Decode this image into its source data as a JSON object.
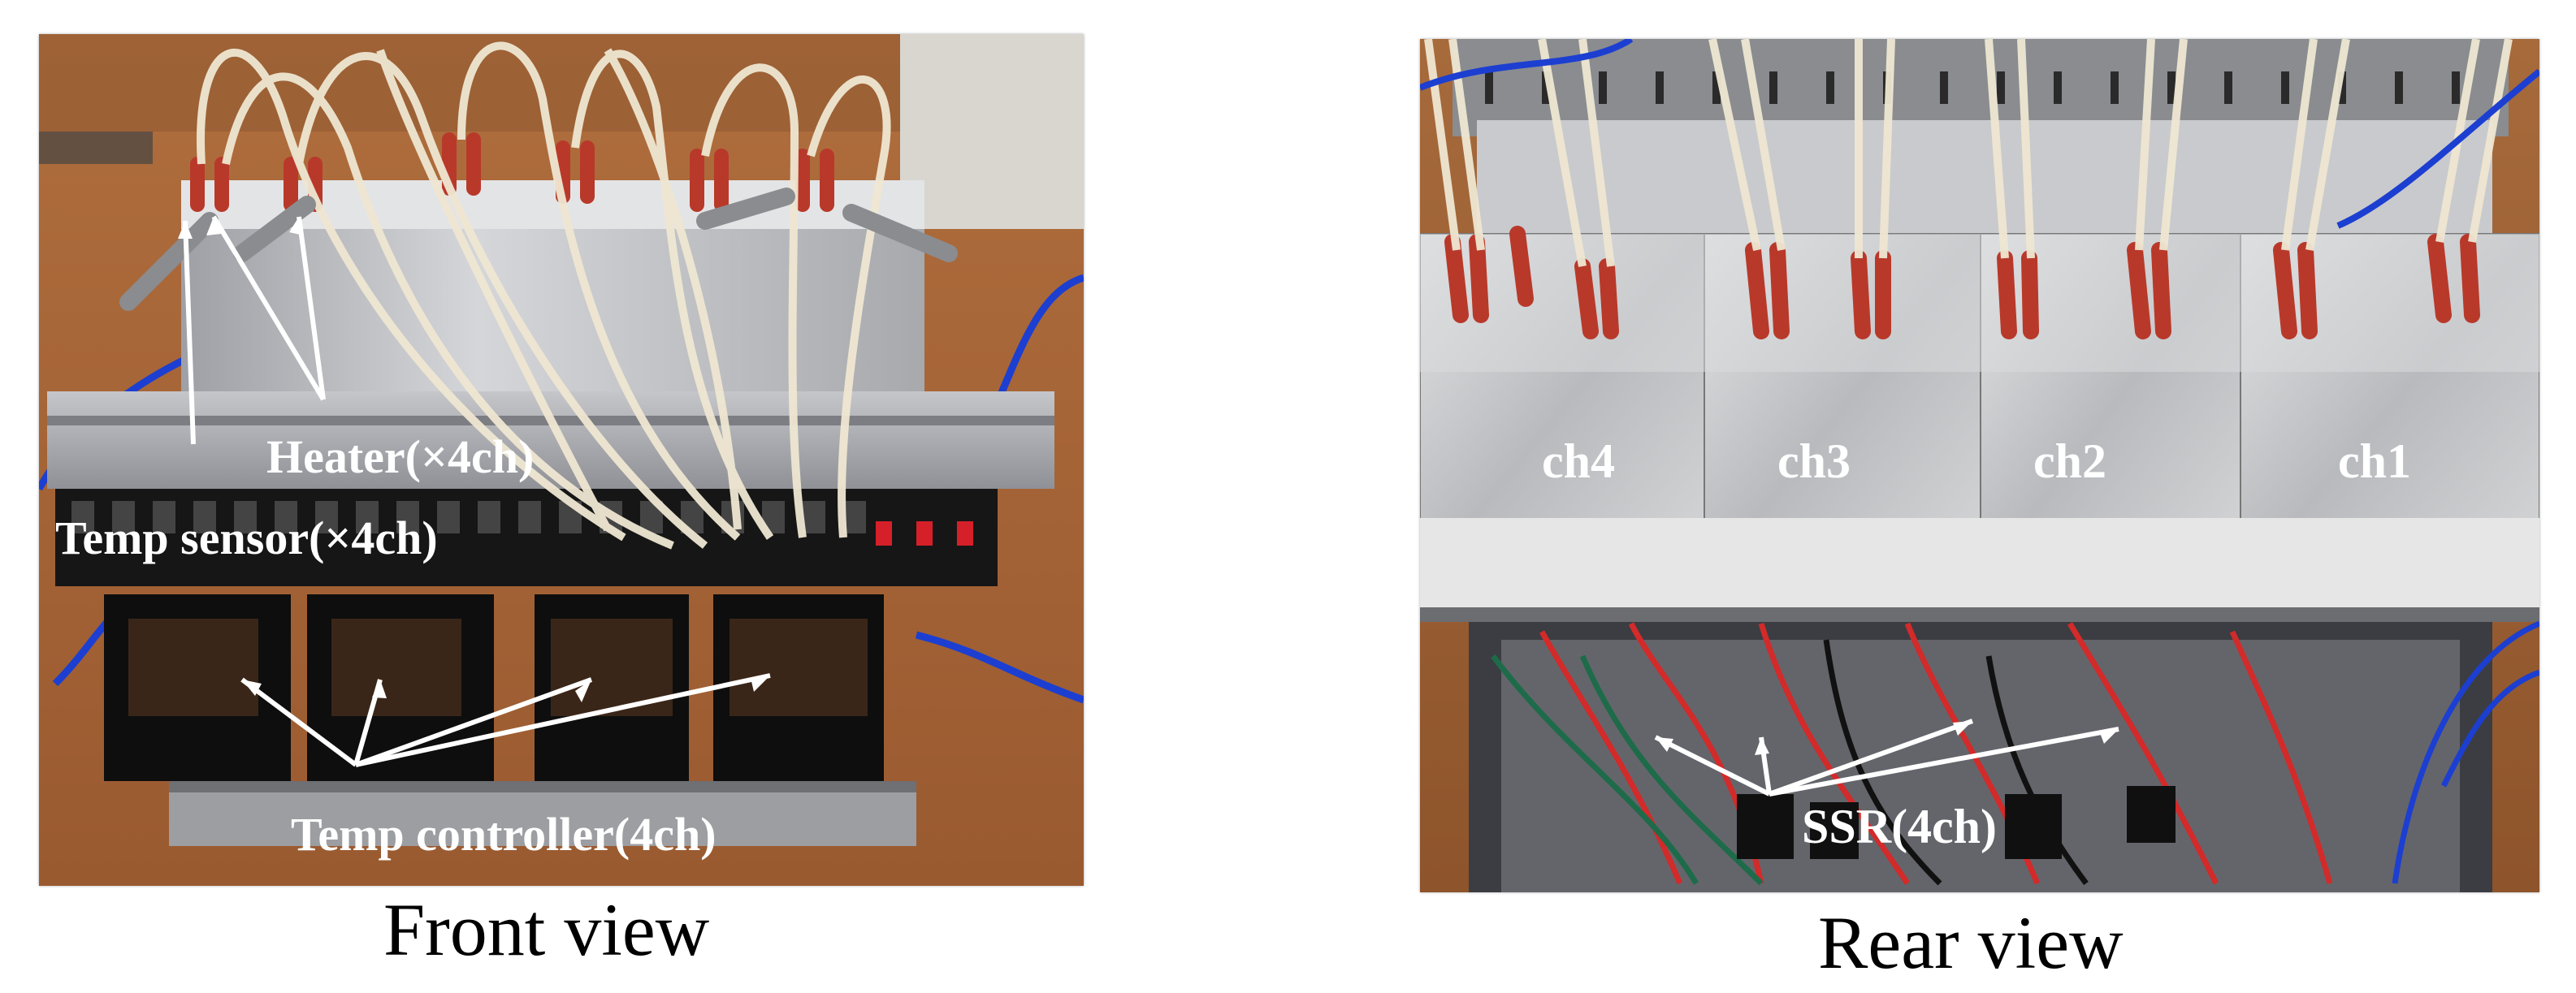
{
  "front": {
    "caption": "Front view",
    "labels": {
      "heater": "Heater(×4ch)",
      "temp_sensor": "Temp sensor(×4ch)",
      "temp_controller": "Temp controller(4ch)"
    }
  },
  "rear": {
    "caption": "Rear view",
    "labels": {
      "ch4": "ch4",
      "ch3": "ch3",
      "ch2": "ch2",
      "ch1": "ch1",
      "ssr": "SSR(4ch)"
    }
  },
  "colors": {
    "wood": "#b8703c",
    "aluminum": "#c9c9cc",
    "heater_red": "#b8392a",
    "cable_white": "#efe7d2",
    "label_text": "#ffffff"
  }
}
